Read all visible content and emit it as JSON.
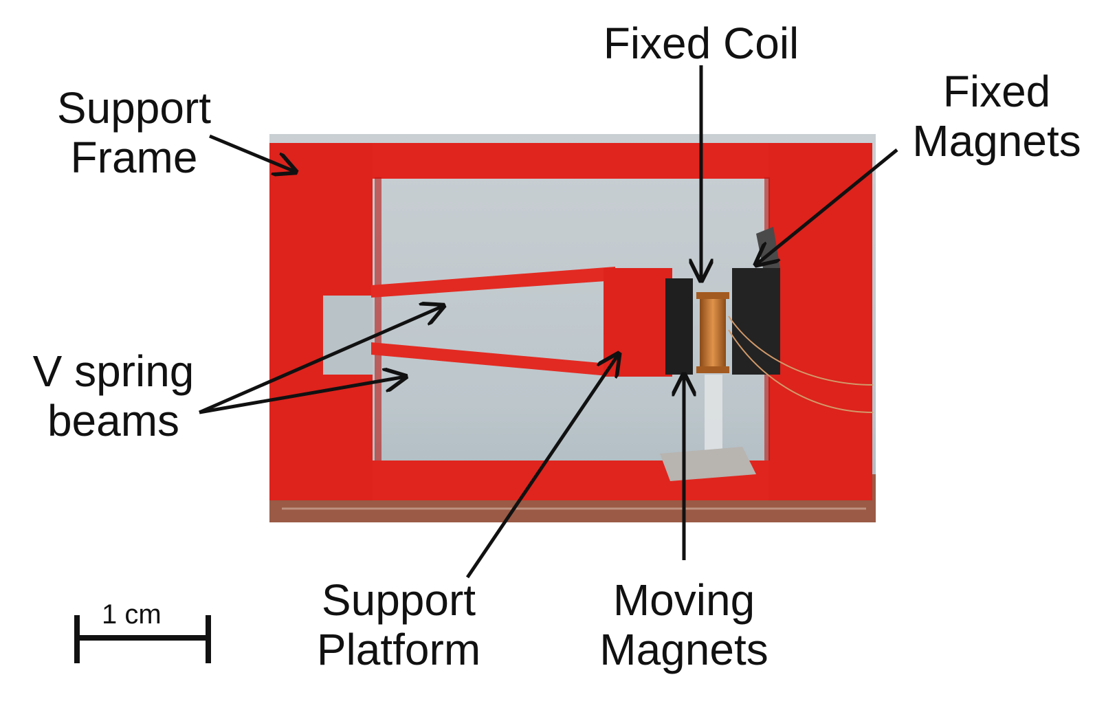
{
  "labels": {
    "support_frame": [
      "Support",
      "Frame"
    ],
    "fixed_coil": "Fixed Coil",
    "fixed_magnets": [
      "Fixed",
      "Magnets"
    ],
    "v_spring_beams": [
      "V spring",
      "beams"
    ],
    "support_platform": [
      "Support",
      "Platform"
    ],
    "moving_magnets": [
      "Moving",
      "Magnets"
    ]
  },
  "scale_bar": {
    "text": "1 cm"
  },
  "colors": {
    "frame_red": "#e0251e",
    "frame_red_dark": "#b81512",
    "background_gray": "#c4cbcf",
    "magnet_black": "#1f1f1f",
    "coil_copper": "#c8742c",
    "arrow": "#111111"
  }
}
